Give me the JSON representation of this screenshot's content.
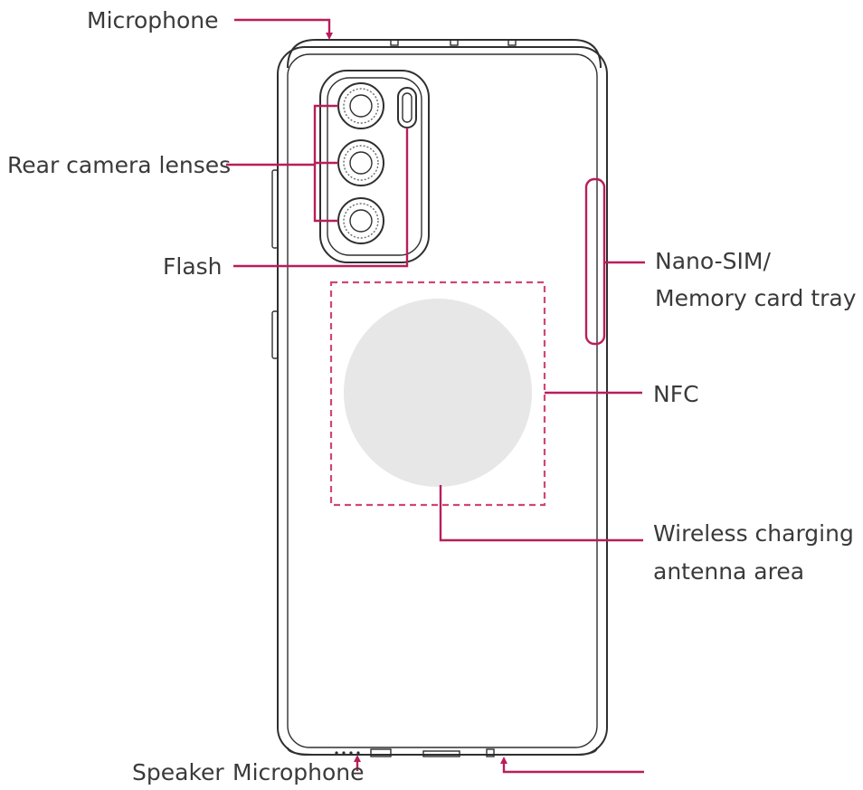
{
  "labels": {
    "microphone_top": "Microphone",
    "rear_camera_lenses": "Rear camera lenses",
    "flash": "Flash",
    "nano_sim_line1": "Nano-SIM/",
    "nano_sim_line2": "Memory card tray",
    "nfc": "NFC",
    "wireless_line1": "Wireless charging",
    "wireless_line2": "antenna area",
    "speaker": "Speaker",
    "microphone_bottom": "Microphone"
  },
  "colors": {
    "callout": "#b81e5a",
    "outline": "#2f2f2f",
    "antenna_fill": "#e7e7e7"
  }
}
